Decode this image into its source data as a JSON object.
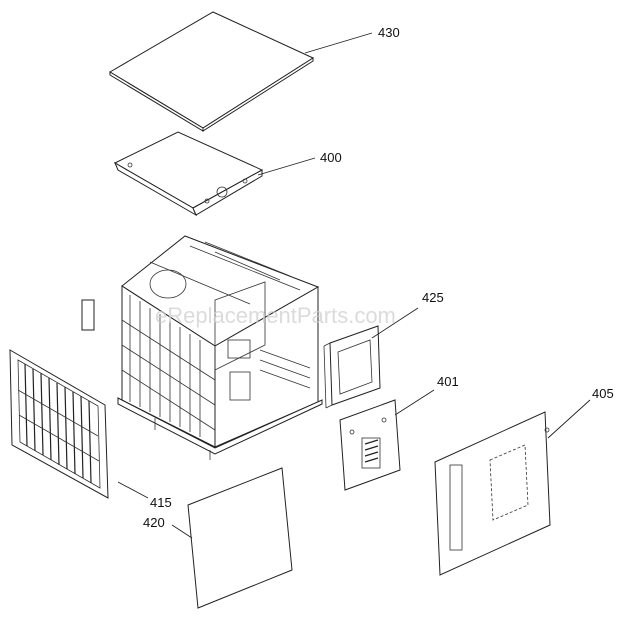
{
  "watermark": "eReplacementParts.com",
  "callouts": [
    {
      "id": "430",
      "label": "430"
    },
    {
      "id": "400",
      "label": "400"
    },
    {
      "id": "425",
      "label": "425"
    },
    {
      "id": "401",
      "label": "401"
    },
    {
      "id": "405",
      "label": "405"
    },
    {
      "id": "415",
      "label": "415"
    },
    {
      "id": "420",
      "label": "420"
    }
  ]
}
